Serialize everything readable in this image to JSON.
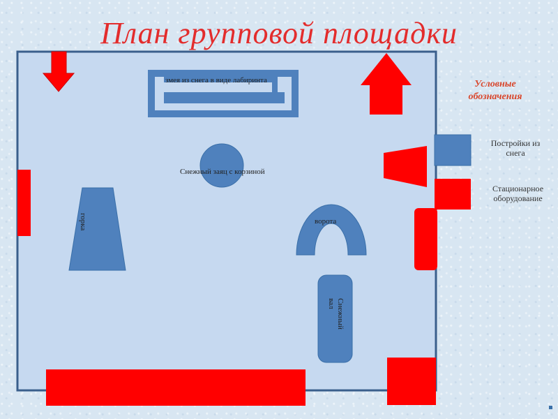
{
  "title": "План групповой площадки",
  "labels": {
    "snake_maze": "змея из снега в виде лабиринта",
    "snow_bunny": "Снежный заяц с корзиной",
    "slide": "горка",
    "gate": "ворота",
    "snow_wall": "Снежный вал"
  },
  "legend": {
    "title": "Условные обозначения",
    "snow_buildings": "Постройки из снега",
    "stationary_equipment": "Стационарное оборудование"
  },
  "colors": {
    "snow_building": "#4f81bd",
    "equipment": "#ff0000",
    "ground": "#c6d9f0",
    "border": "#3a5f8c"
  }
}
